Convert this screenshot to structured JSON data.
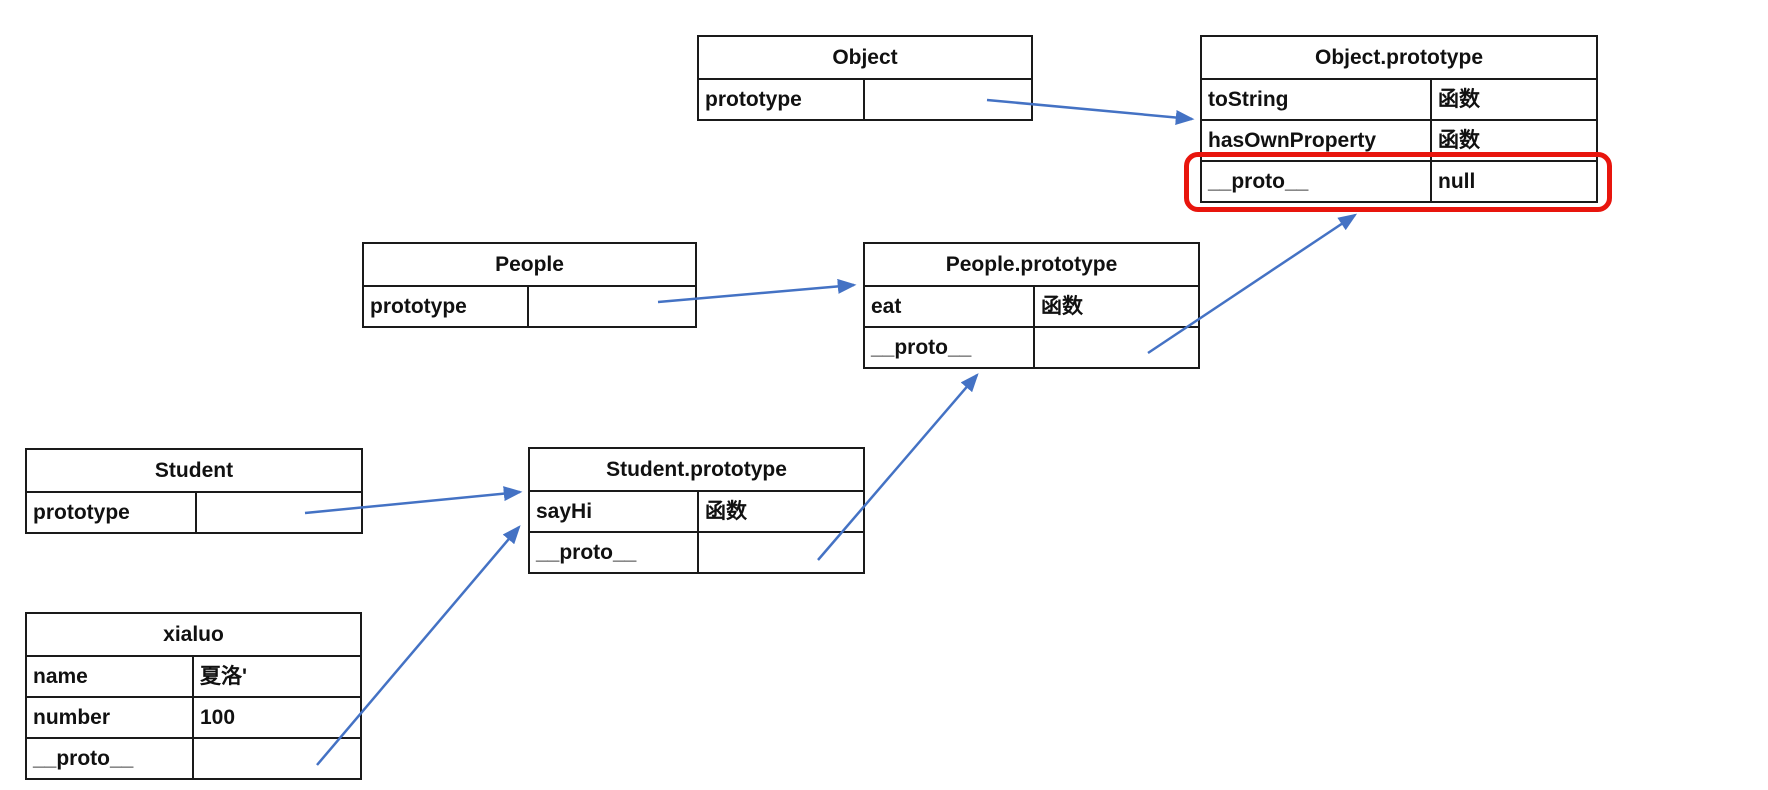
{
  "diagram": {
    "background_color": "#ffffff",
    "table_border_color": "#1a1a1a",
    "arrow_color": "#4472C4",
    "highlight_color": "#e8150d"
  },
  "tables": {
    "object": {
      "title": "Object",
      "rows": [
        {
          "key": "prototype",
          "value": ""
        }
      ]
    },
    "object_prototype": {
      "title": "Object.prototype",
      "rows": [
        {
          "key": "toString",
          "value": "函数"
        },
        {
          "key": "hasOwnProperty",
          "value": "函数"
        },
        {
          "key": "__proto__",
          "value": "null",
          "highlighted": true
        }
      ]
    },
    "people": {
      "title": "People",
      "rows": [
        {
          "key": "prototype",
          "value": ""
        }
      ]
    },
    "people_prototype": {
      "title": "People.prototype",
      "rows": [
        {
          "key": "eat",
          "value": "函数"
        },
        {
          "key": "__proto__",
          "value": ""
        }
      ]
    },
    "student": {
      "title": "Student",
      "rows": [
        {
          "key": "prototype",
          "value": ""
        }
      ]
    },
    "student_prototype": {
      "title": "Student.prototype",
      "rows": [
        {
          "key": "sayHi",
          "value": "函数"
        },
        {
          "key": "__proto__",
          "value": ""
        }
      ]
    },
    "xialuo": {
      "title": "xialuo",
      "rows": [
        {
          "key": "name",
          "value": "夏洛'"
        },
        {
          "key": "number",
          "value": "100"
        },
        {
          "key": "__proto__",
          "value": ""
        }
      ]
    }
  },
  "arrows": [
    {
      "from": "Object.prototype cell",
      "to": "Object.prototype table"
    },
    {
      "from": "People.prototype cell",
      "to": "People.prototype table"
    },
    {
      "from": "Student.prototype cell",
      "to": "Student.prototype table"
    },
    {
      "from": "xialuo.__proto__ cell",
      "to": "Student.prototype table"
    },
    {
      "from": "Student.prototype.__proto__ cell",
      "to": "People.prototype table"
    },
    {
      "from": "People.prototype.__proto__ cell",
      "to": "Object.prototype __proto__ row (highlighted)"
    }
  ]
}
